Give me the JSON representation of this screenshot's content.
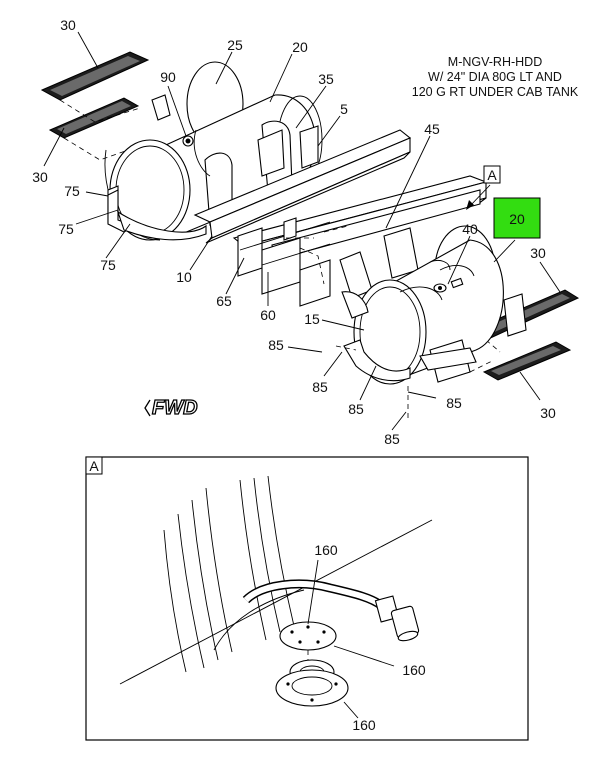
{
  "title_lines": [
    "M-NGV-RH-HDD",
    "W/ 24\" DIA 80G LT AND",
    "120 G RT UNDER CAB TANK"
  ],
  "callouts": {
    "step_top_left": "30",
    "step_left": "30",
    "step_right_top": "30",
    "step_right_bottom": "30",
    "strap_25": "25",
    "tank_left_20": "20",
    "fill_90": "90",
    "bracket_35": "35",
    "bracket_5": "5",
    "rail_45": "45",
    "shield_75_a": "75",
    "shield_75_b": "75",
    "shield_75_c": "75",
    "mount_10": "10",
    "bolt_65": "65",
    "spacer_60": "60",
    "cap_15": "15",
    "fill_40": "40",
    "tank_right_20": "20",
    "shield_85_a": "85",
    "shield_85_b": "85",
    "shield_85_c": "85",
    "shield_85_d": "85",
    "shield_85_e": "85",
    "detail_160_a": "160",
    "detail_160_b": "160",
    "detail_160_c": "160"
  },
  "detail_ref": "A",
  "detail_panel_label": "A",
  "fwd_label": "FWD",
  "highlight_color": "#33dd11"
}
